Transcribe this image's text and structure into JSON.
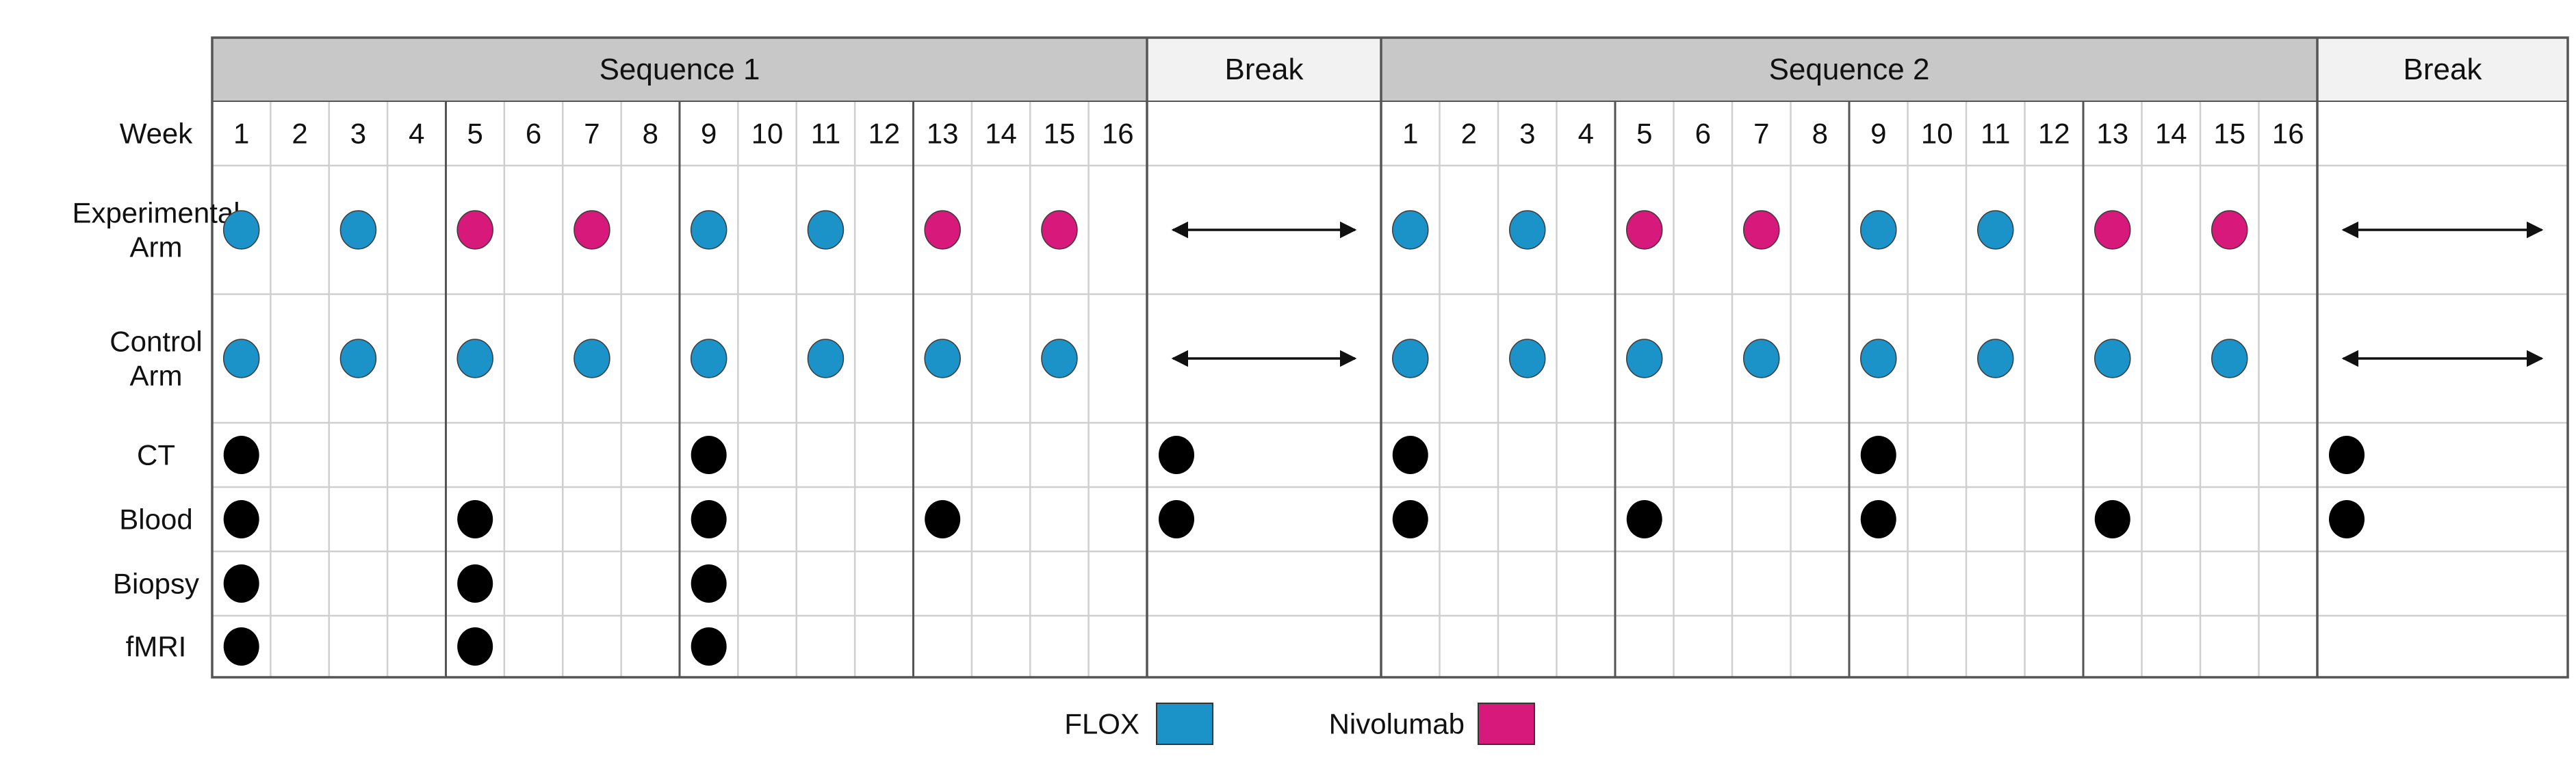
{
  "colors": {
    "flox": "#1b93c9",
    "nivolumab": "#d6197a",
    "exam": "#000000",
    "header_fill": "#c8c8c8",
    "break_fill": "#f2f2f3",
    "grid_line": "#cfcfcf",
    "frame_line": "#555555"
  },
  "header": {
    "sequence1": "Sequence 1",
    "break1": "Break",
    "sequence2": "Sequence 2",
    "break2": "Break"
  },
  "week_label": "Week",
  "weeks": [
    "1",
    "2",
    "3",
    "4",
    "5",
    "6",
    "7",
    "8",
    "9",
    "10",
    "11",
    "12",
    "13",
    "14",
    "15",
    "16"
  ],
  "rows": {
    "experimental": [
      "Experimental",
      "Arm"
    ],
    "control": [
      "Control",
      "Arm"
    ],
    "ct": "CT",
    "blood": "Blood",
    "biopsy": "Biopsy",
    "fmri": "fMRI"
  },
  "schedule": {
    "sequence1": {
      "experimental": [
        {
          "week": 1,
          "drug": "flox"
        },
        {
          "week": 3,
          "drug": "flox"
        },
        {
          "week": 5,
          "drug": "nivolumab"
        },
        {
          "week": 7,
          "drug": "nivolumab"
        },
        {
          "week": 9,
          "drug": "flox"
        },
        {
          "week": 11,
          "drug": "flox"
        },
        {
          "week": 13,
          "drug": "nivolumab"
        },
        {
          "week": 15,
          "drug": "nivolumab"
        }
      ],
      "control": [
        {
          "week": 1,
          "drug": "flox"
        },
        {
          "week": 3,
          "drug": "flox"
        },
        {
          "week": 5,
          "drug": "flox"
        },
        {
          "week": 7,
          "drug": "flox"
        },
        {
          "week": 9,
          "drug": "flox"
        },
        {
          "week": 11,
          "drug": "flox"
        },
        {
          "week": 13,
          "drug": "flox"
        },
        {
          "week": 15,
          "drug": "flox"
        }
      ],
      "ct": [
        1,
        9
      ],
      "blood": [
        1,
        5,
        9,
        13
      ],
      "biopsy": [
        1,
        5,
        9
      ],
      "fmri": [
        1,
        5,
        9
      ]
    },
    "break1": {
      "ct": true,
      "blood": true,
      "biopsy": false,
      "fmri": false
    },
    "sequence2": {
      "experimental": [
        {
          "week": 1,
          "drug": "flox"
        },
        {
          "week": 3,
          "drug": "flox"
        },
        {
          "week": 5,
          "drug": "nivolumab"
        },
        {
          "week": 7,
          "drug": "nivolumab"
        },
        {
          "week": 9,
          "drug": "flox"
        },
        {
          "week": 11,
          "drug": "flox"
        },
        {
          "week": 13,
          "drug": "nivolumab"
        },
        {
          "week": 15,
          "drug": "nivolumab"
        }
      ],
      "control": [
        {
          "week": 1,
          "drug": "flox"
        },
        {
          "week": 3,
          "drug": "flox"
        },
        {
          "week": 5,
          "drug": "flox"
        },
        {
          "week": 7,
          "drug": "flox"
        },
        {
          "week": 9,
          "drug": "flox"
        },
        {
          "week": 11,
          "drug": "flox"
        },
        {
          "week": 13,
          "drug": "flox"
        },
        {
          "week": 15,
          "drug": "flox"
        }
      ],
      "ct": [
        1,
        9
      ],
      "blood": [
        1,
        5,
        9,
        13
      ],
      "biopsy": [],
      "fmri": []
    },
    "break2": {
      "ct": true,
      "blood": true,
      "biopsy": false,
      "fmri": false
    }
  },
  "legend": {
    "flox": "FLOX",
    "nivolumab": "Nivolumab"
  }
}
